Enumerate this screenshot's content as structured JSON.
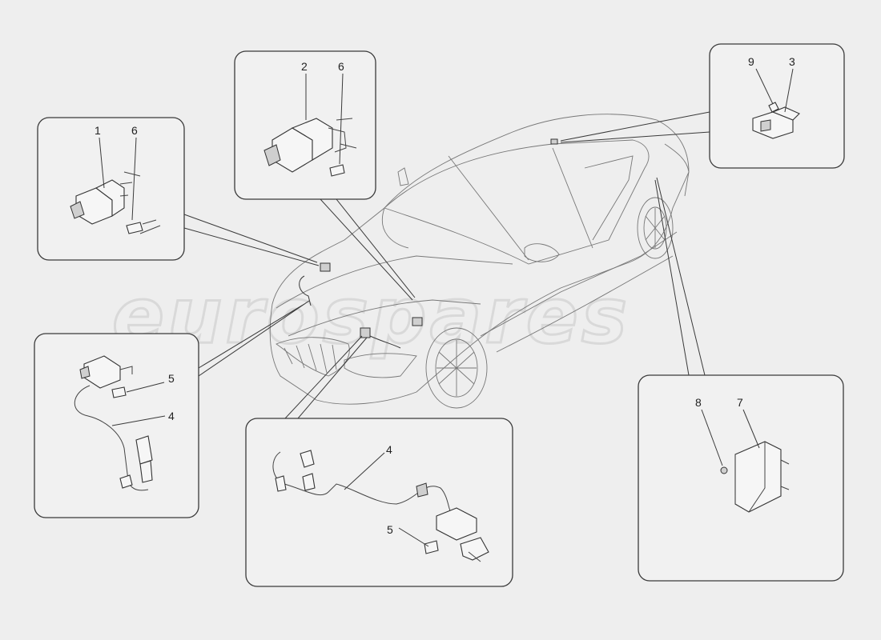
{
  "watermark": "eurospares",
  "panels": [
    {
      "id": "panel-1",
      "labels": [
        "1",
        "6"
      ]
    },
    {
      "id": "panel-2",
      "labels": [
        "2",
        "6"
      ]
    },
    {
      "id": "panel-3",
      "labels": [
        "9",
        "3"
      ]
    },
    {
      "id": "panel-4-left",
      "labels": [
        "5",
        "4"
      ]
    },
    {
      "id": "panel-4-bottom",
      "labels": [
        "4",
        "5"
      ]
    },
    {
      "id": "panel-7",
      "labels": [
        "8",
        "7"
      ]
    }
  ]
}
